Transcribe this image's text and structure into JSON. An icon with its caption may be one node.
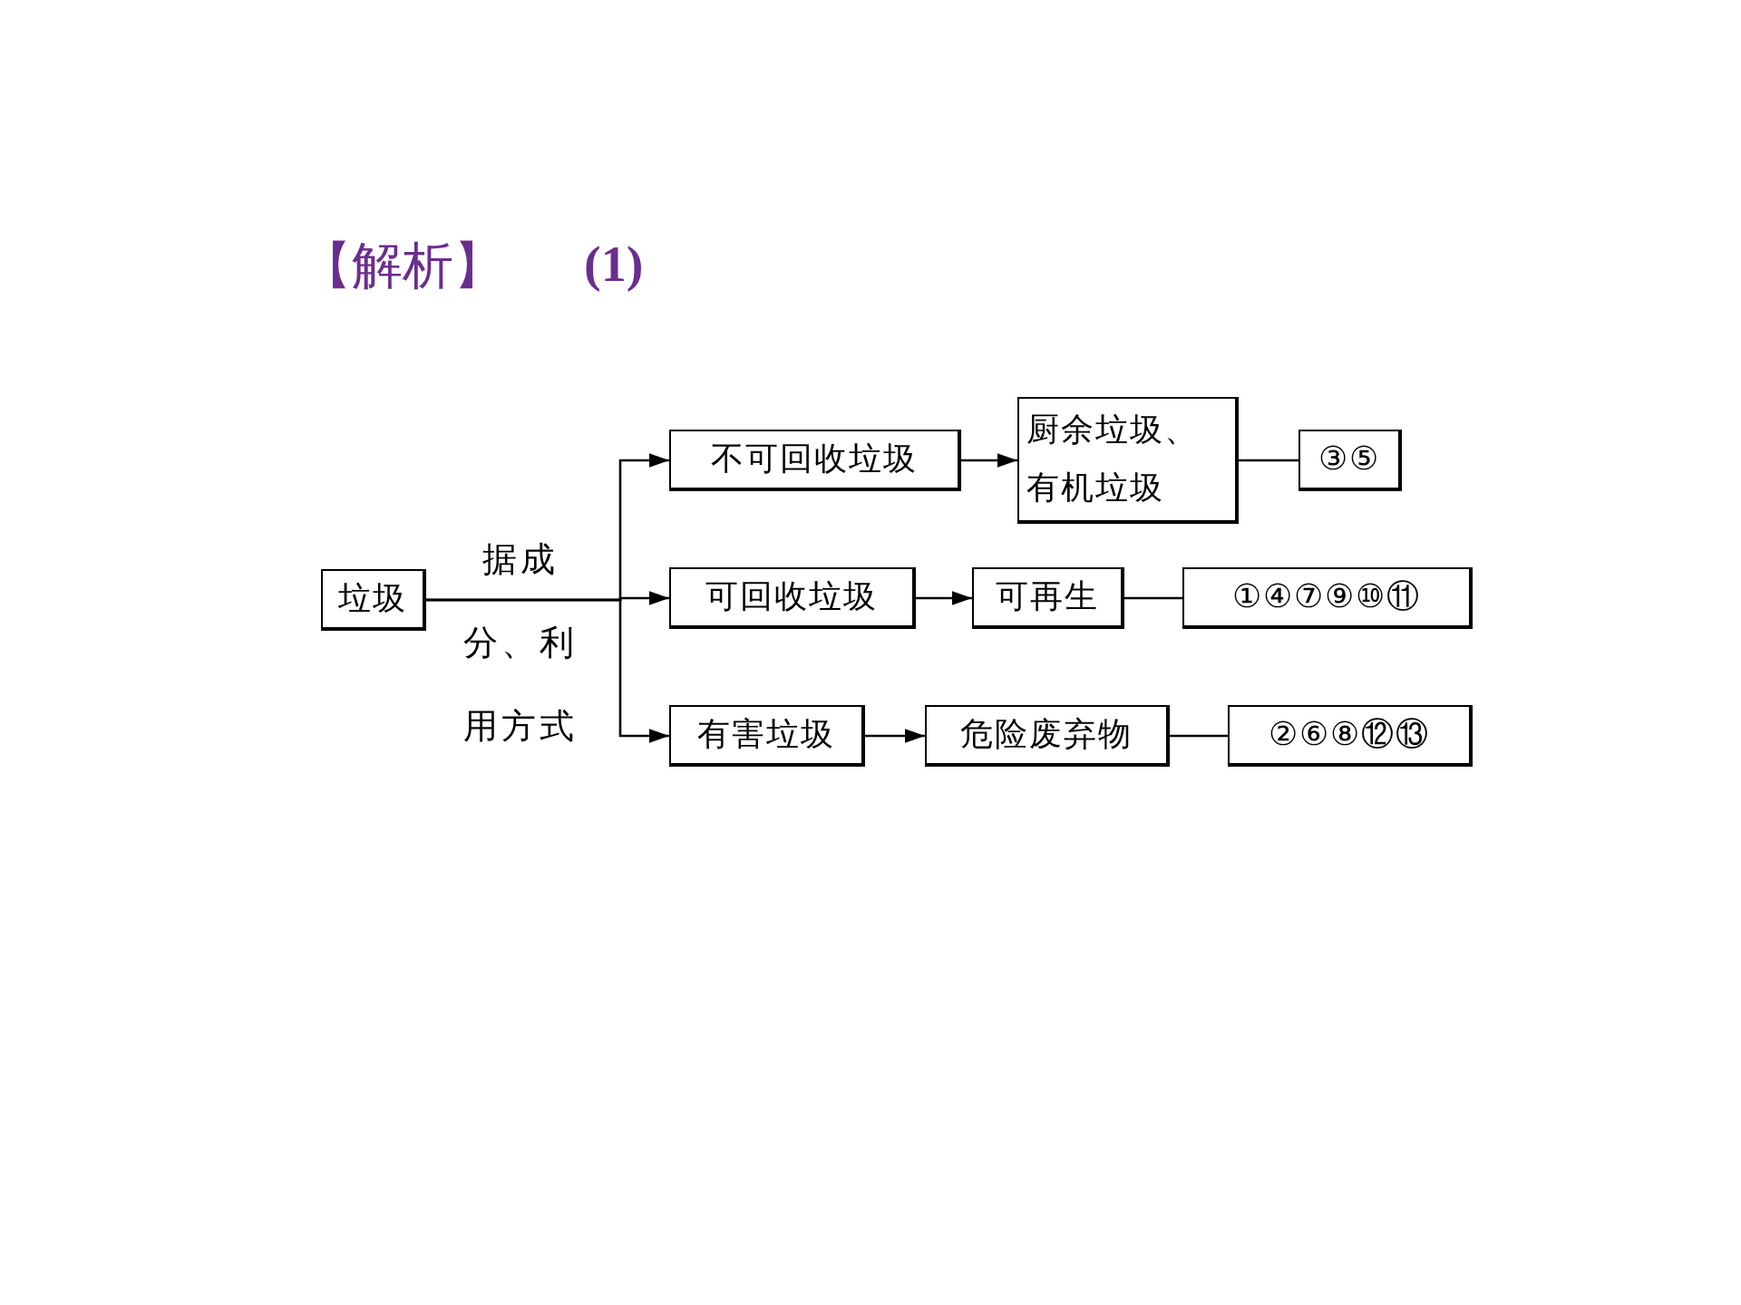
{
  "diagram": {
    "title": "【解析】",
    "nodes": [
      {
        "text": [
          "垃圾"
        ]
      },
      {
        "text": [
          "不可回收垃圾"
        ]
      },
      {
        "text": [
          "厨余垃圾、有机垃圾"
        ]
      },
      {
        "text": [
          "③⑤"
        ]
      },
      {
        "text": [
          "可回收垃圾"
        ]
      },
      {
        "text": [
          "可再生"
        ]
      },
      {
        "text": [
          "①④⑦⑨⑩⑪"
        ]
      },
      {
        "text": [
          "有害垃圾"
        ]
      },
      {
        "text": [
          "危险废弃物"
        ]
      },
      {
        "text": [
          "②⑥⑧⑫⑬"
        ]
      }
    ],
    "edges": [
      {
        "from": 0,
        "to": 1,
        "arrow": "to"
      },
      {
        "from": 0,
        "to": 4,
        "arrow": "to",
        "label": "据成分、利用方式"
      },
      {
        "from": 0,
        "to": 7,
        "arrow": "to"
      },
      {
        "from": 1,
        "to": 2,
        "arrow": "to"
      },
      {
        "from": 2,
        "to": 3,
        "arrow": "none"
      },
      {
        "from": 4,
        "to": 5,
        "arrow": "to"
      },
      {
        "from": 5,
        "to": 6,
        "arrow": "none"
      },
      {
        "from": 7,
        "to": 8,
        "arrow": "to"
      },
      {
        "from": 8,
        "to": 9,
        "arrow": "none"
      }
    ],
    "labels": [
      "(1)"
    ]
  }
}
